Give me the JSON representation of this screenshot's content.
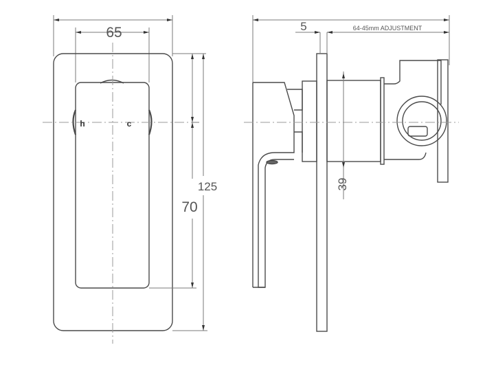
{
  "drawing": {
    "type": "technical-drawing",
    "subject": "wall mixer / shower diverter dimensions",
    "views": {
      "front": {
        "labels": {
          "hot": "h",
          "cold": "c"
        },
        "dimensions": {
          "width_overall": "",
          "width_inner": "65",
          "height_overall": "125",
          "height_inner": "70"
        }
      },
      "side": {
        "dimensions": {
          "plate_thickness": "5",
          "adjustment": "64-45mm ADJUSTMENT",
          "handle_offset": "39"
        }
      }
    },
    "colors": {
      "line": "#4a4a4a",
      "dimension": "#7a7a7a",
      "background": "#ffffff"
    }
  }
}
